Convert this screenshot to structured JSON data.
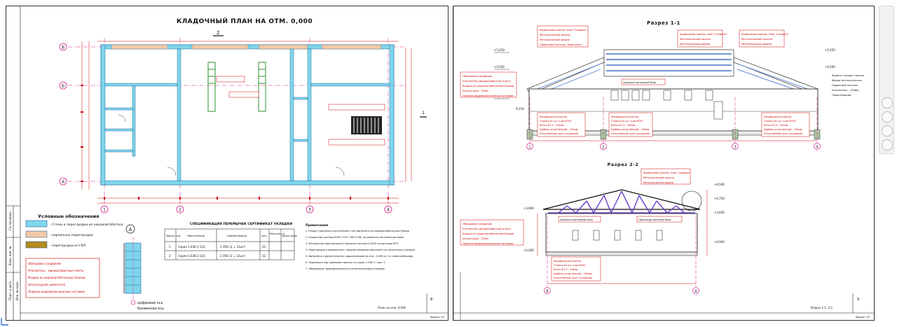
{
  "left_sheet": {
    "plan_title": "КЛАДОЧНЫЙ ПЛАН НА ОТМ. 0,000",
    "section_marker": "2",
    "axes_rows": [
      "В",
      "Б",
      "А"
    ],
    "axes_cols": [
      "1",
      "2",
      "3",
      "4"
    ],
    "legend_title": "Условные обозначения",
    "legend_items": [
      {
        "label": "- Стены и перегородки из керамзитобетона",
        "color": "#7fd6ec"
      },
      {
        "label": "- кирпичные перегородки",
        "color": "#f3c9a6"
      },
      {
        "label": "- перегородки из ГВЛ",
        "color": "#b58b1e"
      }
    ],
    "node_label": "А",
    "node_axis_label1": "цифровая ось",
    "node_axis_label2": "буквенная ось",
    "wall_notes": [
      "Облицовка сэндвичем",
      "Утеплитель - минераловатные плиты",
      "Кладка из керамзитобетонных блоков",
      "Штукатурная цементная",
      "Окраска водоэмульсионным составом"
    ],
    "spec_title": "СПЕЦИФИКАЦИЯ ПЕРЕМЫЧЕК СЕРТИФИКАТ УКЛАДКИ",
    "spec_headers": [
      "Марка, поз.",
      "Обозначение",
      "Наименование",
      "Кол.",
      "Масса ед., кг",
      "Приме-чание"
    ],
    "spec_rows": [
      [
        "1",
        "Серия 1.038.1-1(2)",
        "2 ЗПБ (2 = 12шт)",
        "12",
        "",
        ""
      ],
      [
        "2",
        "Серия 1.038.1-1(2)",
        "2 ЗПБ (2 = 12шт)",
        "12",
        "",
        ""
      ]
    ],
    "notes_title": "Примечания",
    "notes": [
      "1. Кладку наружных и внутренних стен выполнить из керамзитобетонных блоков",
      "2. Кладочный раствор М100 (ГОСТ 28013-98) на цементно-песчаном растворе",
      "3. Внутренние перегородки из кирпича глиняного М100 на растворе М75",
      "4. Перегородки в помещениях с мокрым режимом выполнить из полнотелого кирпича",
      "5. Выполнить горизонтальную гидроизоляцию на отм. -0,030 из 2-х слоев рубероида",
      "6. Перемычки над проемами принять по серии 1.038.1-1 вып. 1",
      "7. Обрамление проемов выполнить металлическими уголками"
    ],
    "stamp_text": "План на отм. 0,000",
    "sheet_no": "8",
    "format": "Формат А3"
  },
  "right_sheet": {
    "section11_title": "Разрез 1-1",
    "section22_title": "Разрез 2-2",
    "axes_11": [
      "1",
      "2",
      "3",
      "4"
    ],
    "axes_22": [
      "В",
      "А"
    ],
    "levels": [
      "+8,500",
      "+6,750",
      "+5,450",
      "+4,500",
      "+3,600",
      "+0,000",
      "-0,150"
    ],
    "roof_callouts": [
      "Кровельная панель типа \"Сэндвич\"",
      "Металлический прогон",
      "Металлическая ферма",
      "Подвесной потолок \"Армстронг\""
    ],
    "wall_callouts": [
      "Облицовка сэндвичем",
      "Утеплитель минераловатные плиты",
      "Кладка из керамзитобетонных блоков",
      "Штукатурка - 20мм",
      "Окраска водоэмульсионным составом"
    ],
    "floor_callouts": [
      "Керамическая плитка",
      "Стяжка из ц.п. р-ра М150",
      "Бетон В7,5 - 100мм",
      "Щебень уплотнённый - 150мм",
      "Уплотнённый грунт основания"
    ],
    "room_labels": [
      "Административный блок",
      "Производственный блок"
    ],
    "right_notes": [
      "Кровля: сэндвич панель",
      "Ферма металлическая",
      "Подвесной потолок",
      "Утеплитель - 150мм",
      "Пароизоляция"
    ],
    "stamp_text": "Разрез 1-1, 2-2",
    "sheet_no": "9",
    "format": "Формат А3"
  },
  "title_block": {
    "col_labels": [
      "Инв. № подл.",
      "Подп. и дата",
      "Взам. инв. №",
      "Согласовано"
    ]
  },
  "colors": {
    "axis_line": "#d81b8c",
    "dimension": "#d00000",
    "wall_fill": "#7fd6ec",
    "brick_fill": "#f3c9a6",
    "gvl_fill": "#b58b1e",
    "truss": "#6a3fc9",
    "roof_panel": "#7b9ad6",
    "frame": "#111111"
  }
}
